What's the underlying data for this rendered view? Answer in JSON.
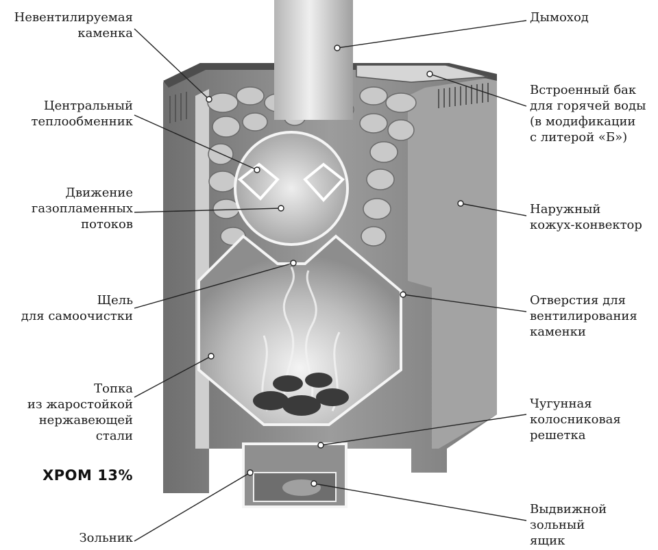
{
  "labels_left": [
    {
      "id": "non-ventilated-heater",
      "lines": [
        "Невентилируемая",
        "каменка"
      ]
    },
    {
      "id": "central-heat-exchanger",
      "lines": [
        "Центральный",
        "теплообменник"
      ]
    },
    {
      "id": "gas-flame-flows",
      "lines": [
        "Движение",
        "газопламенных",
        "потоков"
      ]
    },
    {
      "id": "self-cleaning-slot",
      "lines": [
        "Щель",
        "для самоочистки"
      ]
    },
    {
      "id": "firebox",
      "lines": [
        "Топка",
        "из жаростойкой",
        "нержавеющей",
        "стали"
      ]
    },
    {
      "id": "ash-pit",
      "lines": [
        "Зольник"
      ]
    }
  ],
  "labels_right": [
    {
      "id": "chimney",
      "lines": [
        "Дымоход"
      ]
    },
    {
      "id": "water-tank",
      "lines": [
        "Встроенный бак",
        "для горячей воды",
        "(в модификации",
        "с литерой «Б»)"
      ]
    },
    {
      "id": "outer-casing",
      "lines": [
        "Наружный",
        "кожух-конвектор"
      ]
    },
    {
      "id": "ventilation-holes",
      "lines": [
        "Отверстия для",
        "вентилирования",
        "каменки"
      ]
    },
    {
      "id": "grate",
      "lines": [
        "Чугунная",
        "колосниковая",
        "решетка"
      ]
    },
    {
      "id": "ash-drawer",
      "lines": [
        "Выдвижной",
        "зольный",
        "ящик"
      ]
    }
  ],
  "badge": "ХРОМ 13%",
  "colors": {
    "casing": "#8a8a8a",
    "casing_dark": "#5c5c5c",
    "casing_light": "#b9b9b9",
    "stones": "#c4c4c4",
    "firebox": "#9b9b9b",
    "flame": "#e8e8e8",
    "leader": "#222222",
    "dot_fill": "#ffffff"
  }
}
